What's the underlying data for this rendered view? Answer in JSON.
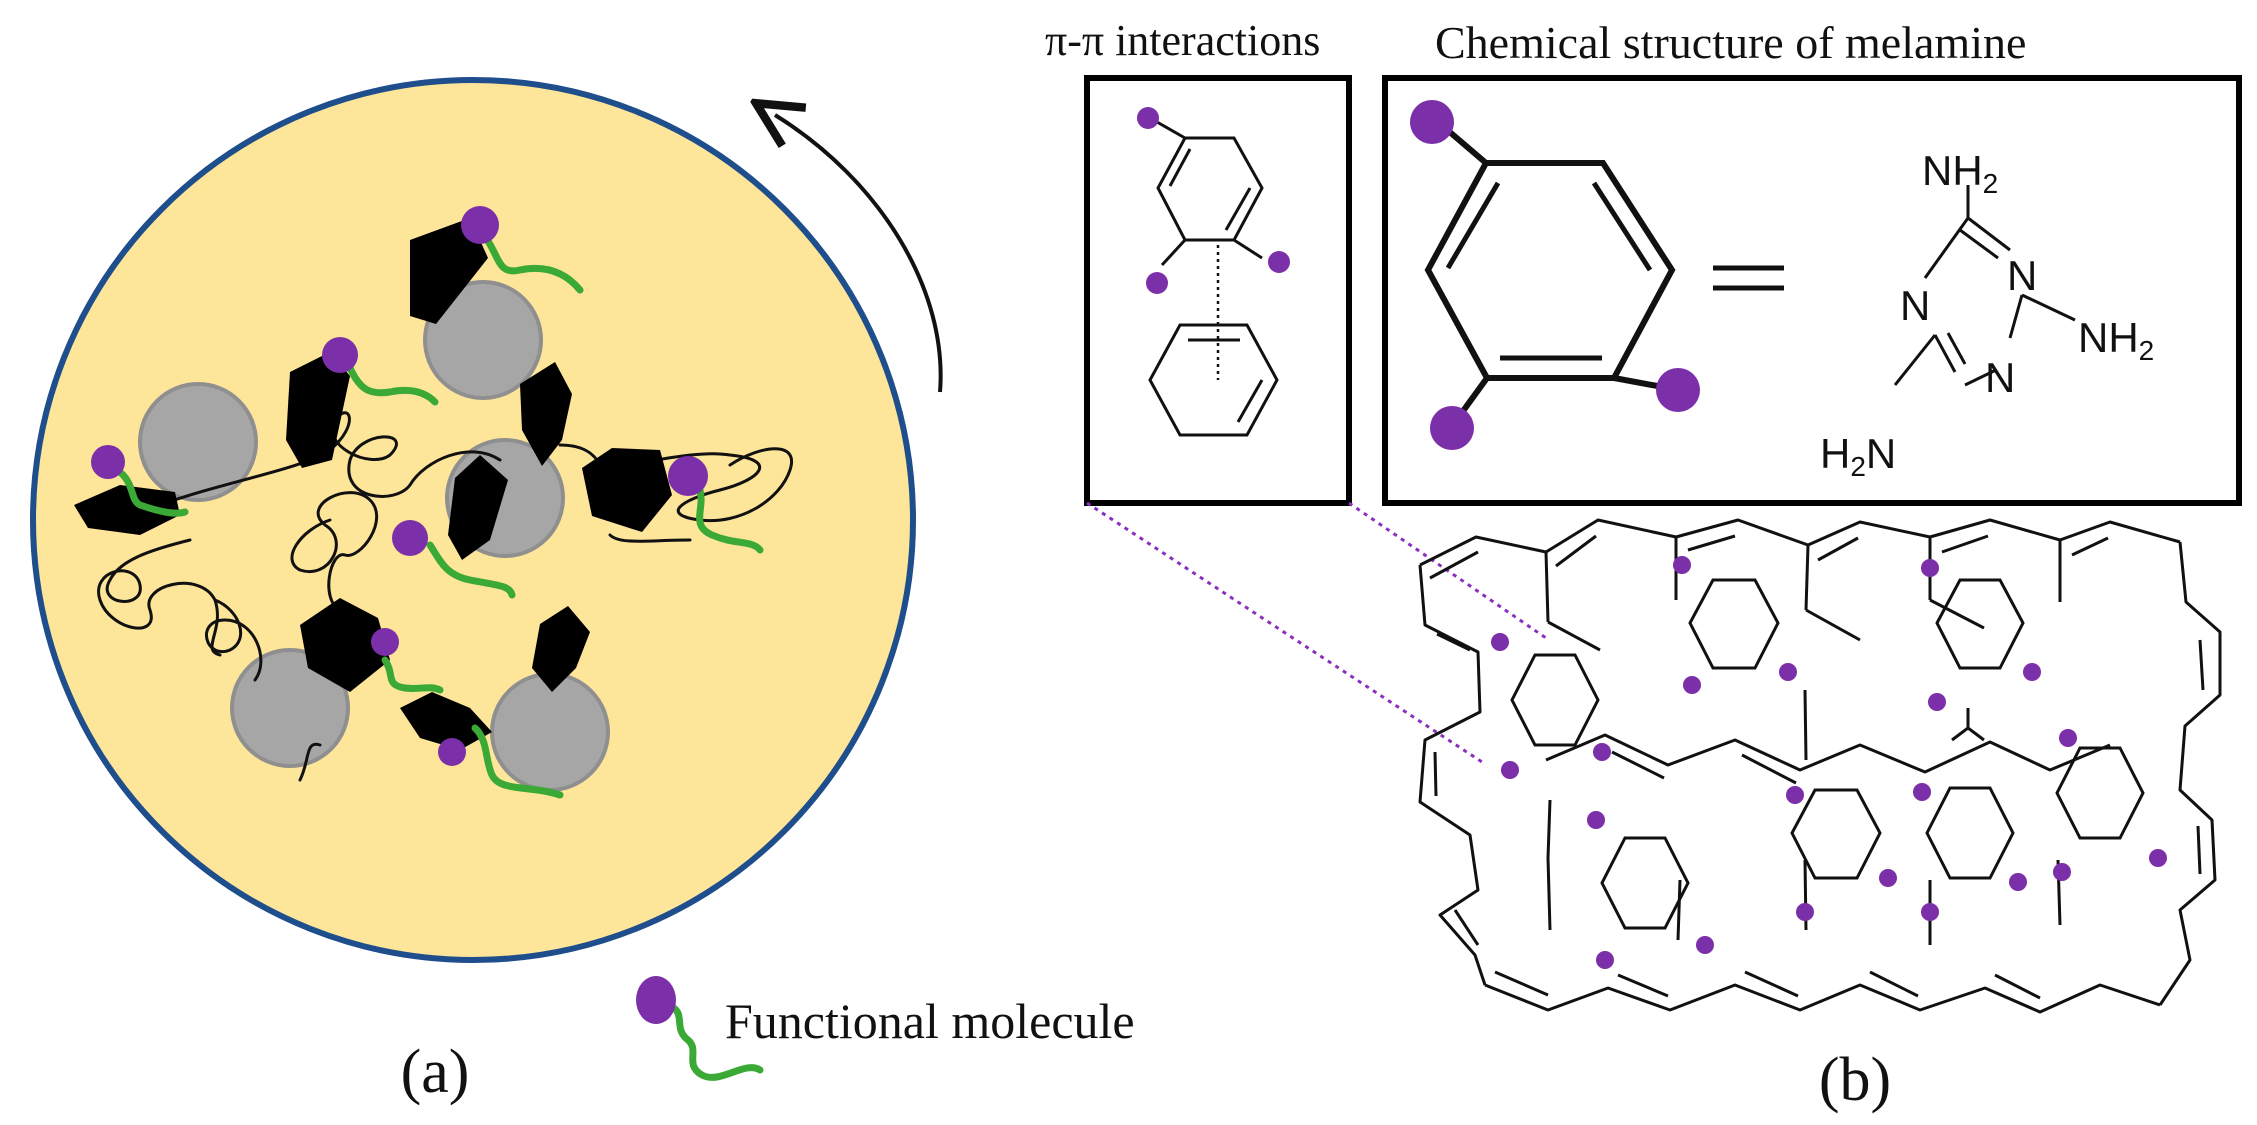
{
  "labels": {
    "pi_pi": "π-π interactions",
    "melamine_title": "Chemical structure of melamine",
    "legend_text": "Functional molecule",
    "panel_a": "(a)",
    "panel_b": "(b)",
    "equals": "="
  },
  "melamine_formula": {
    "nh2_top": "NH",
    "nh2_top_sub": "2",
    "n_right": "N",
    "n_left": "N",
    "n_bottom": "N",
    "nh2_right": "NH",
    "nh2_right_sub": "2",
    "h2n_h": "H",
    "h2n_sub": "2",
    "h2n_n": "N"
  },
  "colors": {
    "particle_fill": "#fde59a",
    "particle_border": "#1f4e8c",
    "functional_head": "#7b2fa8",
    "functional_tail": "#3aa935",
    "filler_gray": "#a6a6a6",
    "hexagon_black": "#000000",
    "line_black": "#111111"
  },
  "icons": {
    "rotation": "curved-arrow-icon",
    "legend": "functional-molecule-icon"
  }
}
